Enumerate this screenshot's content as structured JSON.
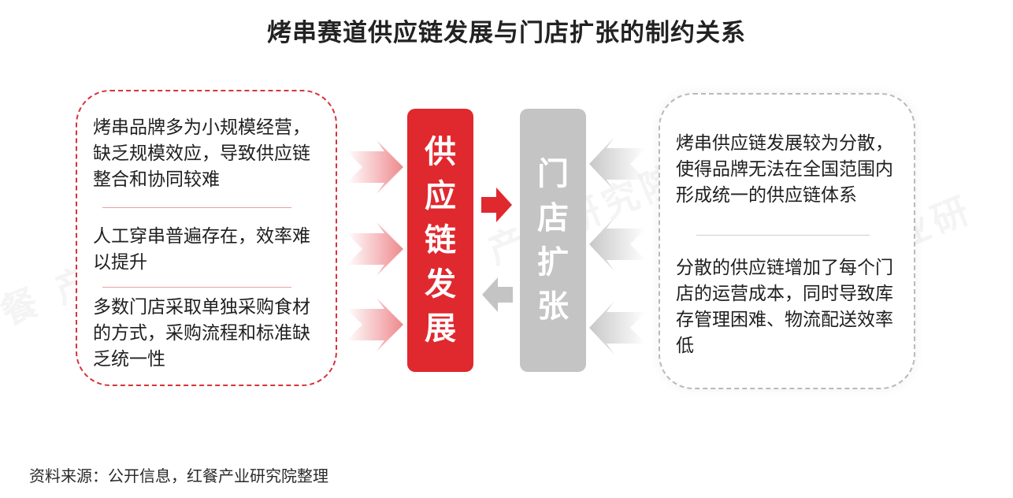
{
  "title": "烤串赛道供应链发展与门店扩张的制约关系",
  "left_items": [
    "烤串品牌多为小规模经营，缺乏规模效应，导致供应链整合和协同较难",
    "人工穿串普遍存在，效率难以提升",
    "多数门店采取单独采购食材的方式，采购流程和标准缺乏统一性"
  ],
  "center": {
    "supply_chain": "供应链发展",
    "store_expansion": "门店扩张"
  },
  "right_items": [
    "烤串供应链发展较为分散，使得品牌无法在全国范围内形成统一的供应链体系",
    "分散的供应链增加了每个门店的运营成本，同时导致库存管理困难、物流配送效率低"
  ],
  "source": "资料来源：公开信息，红餐产业研究院整理",
  "colors": {
    "accent_red": "#e0282f",
    "neutral_gray": "#c4c4c4"
  }
}
